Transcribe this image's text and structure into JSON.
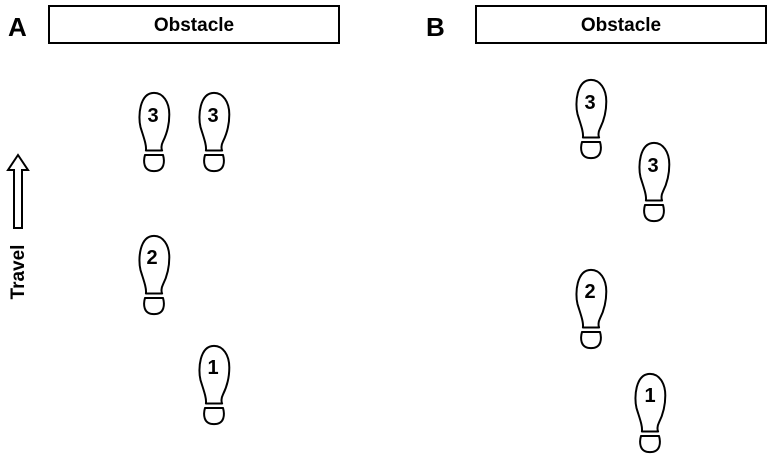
{
  "panels": [
    {
      "label": "A",
      "obstacle_label": "Obstacle",
      "footprints": [
        {
          "number": "3"
        },
        {
          "number": "3"
        },
        {
          "number": "2"
        },
        {
          "number": "1"
        }
      ]
    },
    {
      "label": "B",
      "obstacle_label": "Obstacle",
      "footprints": [
        {
          "number": "3"
        },
        {
          "number": "3"
        },
        {
          "number": "2"
        },
        {
          "number": "1"
        }
      ]
    }
  ],
  "direction": {
    "label": "Travel",
    "arrow_icon": "up-arrow-icon"
  }
}
